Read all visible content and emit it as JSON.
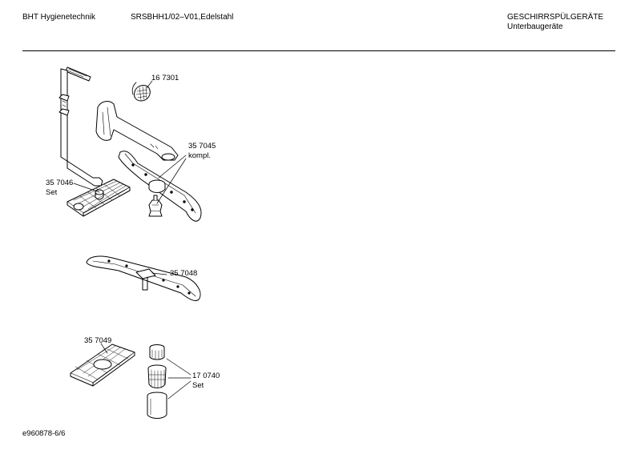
{
  "header": {
    "company": "BHT Hygienetechnik",
    "model": "SRSBHH1/02–V01,Edelstahl",
    "category": "GESCHIRRSPÜLGERÄTE",
    "subcategory": "Unterbaugeräte"
  },
  "parts": [
    {
      "number": "16 7301"
    },
    {
      "number": "35 7045",
      "note": "kompl."
    },
    {
      "number": "35 7046",
      "note": "Set"
    },
    {
      "number": "35 7048"
    },
    {
      "number": "35 7049"
    },
    {
      "number": "17 0740",
      "note": "Set"
    }
  ],
  "footer": {
    "doc_id": "e960878-6/6"
  }
}
